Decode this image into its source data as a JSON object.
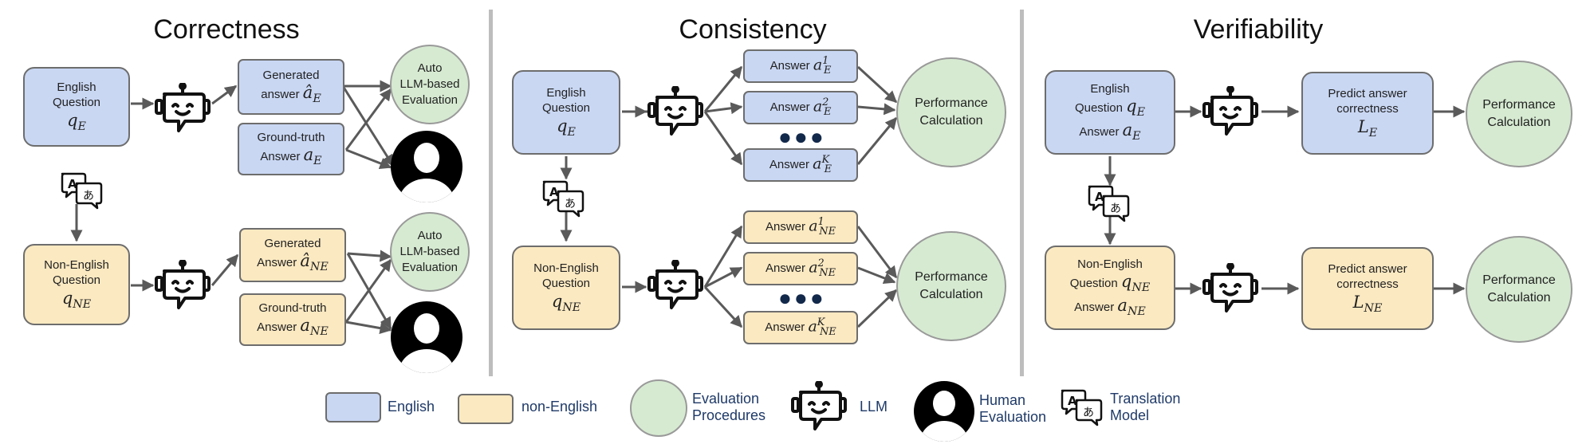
{
  "sections": {
    "correctness": {
      "title": "Correctness",
      "en_question": {
        "line1": "English",
        "line2": "Question",
        "var": "q",
        "sub": "E"
      },
      "ne_question": {
        "line1": "Non-English",
        "line2": "Question",
        "var": "q",
        "sub": "NE"
      },
      "en_generated": {
        "line1": "Generated",
        "line2": "answer",
        "var": "â",
        "sub": "E"
      },
      "en_groundtruth": {
        "line1": "Ground-truth",
        "line2": "Answer",
        "var": "a",
        "sub": "E"
      },
      "ne_generated": {
        "line1": "Generated",
        "line2": "Answer",
        "var": "â",
        "sub": "NE"
      },
      "ne_groundtruth": {
        "line1": "Ground-truth",
        "line2": "Answer",
        "var": "a",
        "sub": "NE"
      },
      "auto_eval": {
        "line1": "Auto",
        "line2": "LLM-based",
        "line3": "Evaluation"
      }
    },
    "consistency": {
      "title": "Consistency",
      "en_question": {
        "line1": "English",
        "line2": "Question",
        "var": "q",
        "sub": "E"
      },
      "ne_question": {
        "line1": "Non-English",
        "line2": "Question",
        "var": "q",
        "sub": "NE"
      },
      "answer_label": "Answer",
      "en_answers": [
        {
          "var": "a",
          "sub": "E",
          "sup": "1"
        },
        {
          "var": "a",
          "sub": "E",
          "sup": "2"
        },
        {
          "var": "a",
          "sub": "E",
          "sup": "K"
        }
      ],
      "ne_answers": [
        {
          "var": "a",
          "sub": "NE",
          "sup": "1"
        },
        {
          "var": "a",
          "sub": "NE",
          "sup": "2"
        },
        {
          "var": "a",
          "sub": "NE",
          "sup": "K"
        }
      ],
      "ellipsis": "●●●",
      "performance": {
        "line1": "Performance",
        "line2": "Calculation"
      }
    },
    "verifiability": {
      "title": "Verifiability",
      "en_input": {
        "line1": "English",
        "line2": "Question",
        "qvar": "q",
        "answer_label": "Answer",
        "avar": "a",
        "sub": "E"
      },
      "ne_input": {
        "line1": "Non-English",
        "line2": "Question",
        "qvar": "q",
        "answer_label": "Answer",
        "avar": "a",
        "sub": "NE"
      },
      "en_predict": {
        "line1": "Predict answer",
        "line2": "correctness",
        "var": "L",
        "sub": "E"
      },
      "ne_predict": {
        "line1": "Predict answer",
        "line2": "correctness",
        "var": "L",
        "sub": "NE"
      },
      "performance": {
        "line1": "Performance",
        "line2": "Calculation"
      }
    }
  },
  "legend": {
    "english": "English",
    "non_english": "non-English",
    "evaluation": {
      "line1": "Evaluation",
      "line2": "Procedures"
    },
    "llm": "LLM",
    "human": {
      "line1": "Human",
      "line2": "Evaluation"
    },
    "translation": {
      "line1": "Translation",
      "line2": "Model"
    }
  },
  "icons": {
    "robot": "robot-icon",
    "translate": "translation-icon",
    "human": "human-avatar-icon"
  },
  "colors": {
    "english_fill": "#c9d7f3",
    "non_english_fill": "#fbe9c1",
    "evaluation_fill": "#d6ead1",
    "arrow": "#5a5a5a",
    "legend_text": "#1f3a68"
  }
}
